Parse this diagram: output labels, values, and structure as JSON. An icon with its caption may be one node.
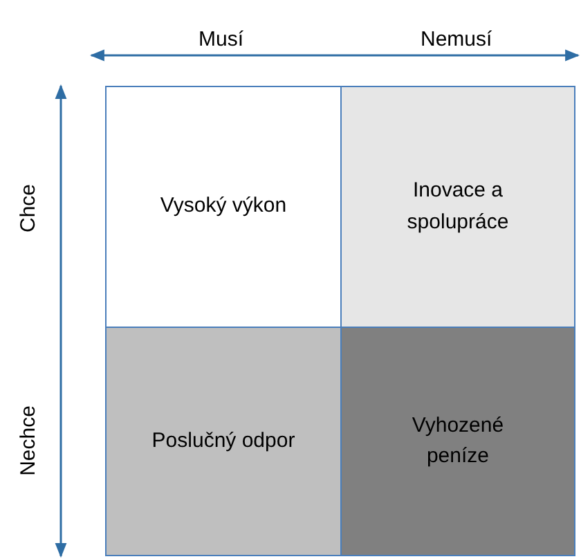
{
  "diagram": {
    "nodes": [
      {
        "text": [
          "Vysoký výkon"
        ]
      },
      {
        "text": [
          "Inovace a spolupráce"
        ]
      },
      {
        "text": [
          "Poslučný odpor"
        ]
      },
      {
        "text": [
          "Vyhozené peníze"
        ]
      }
    ],
    "labels": [
      "Musí",
      "Nemusí",
      "Chce",
      "Nechce"
    ]
  }
}
